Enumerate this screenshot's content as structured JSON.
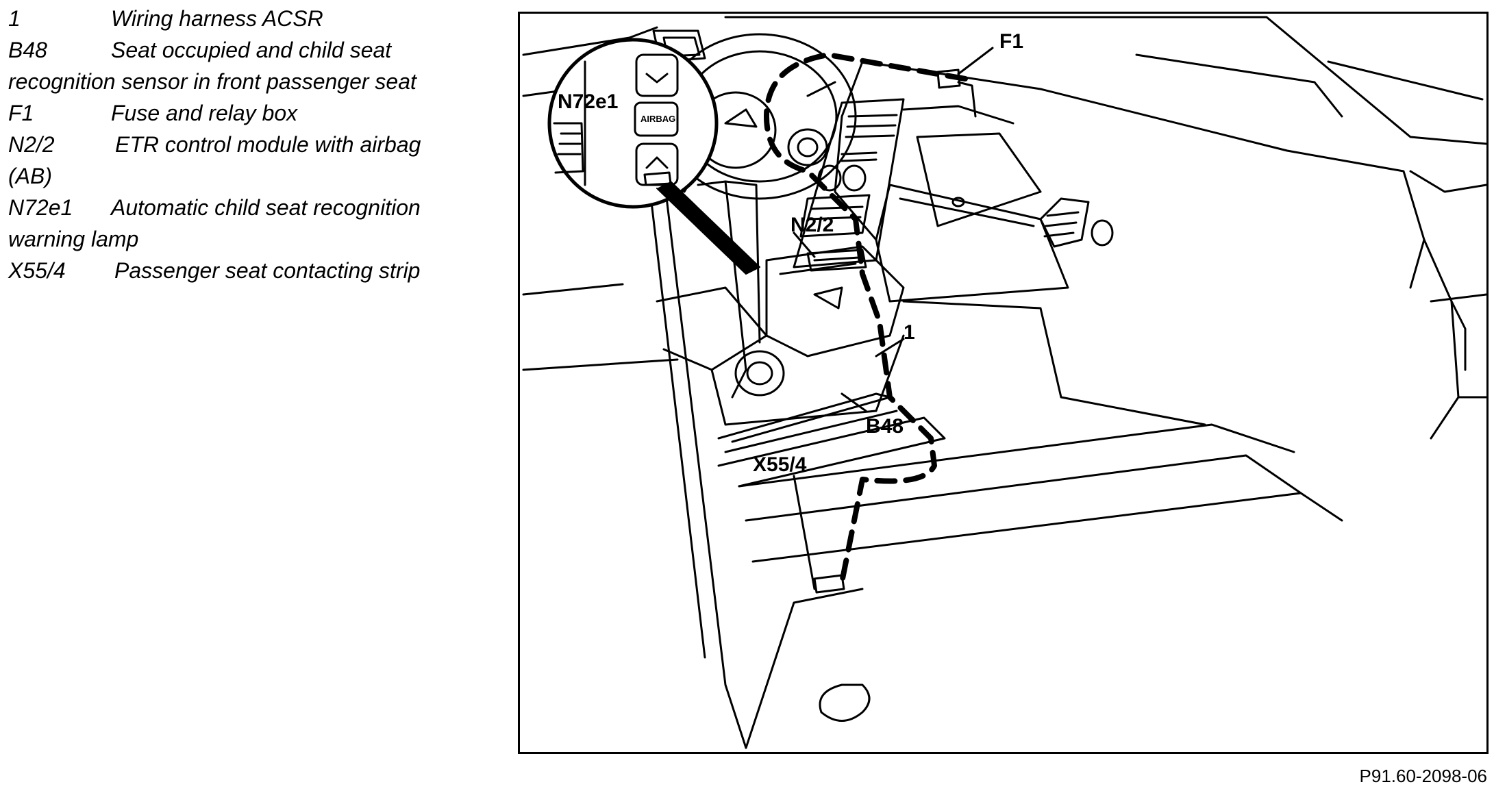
{
  "legend": [
    {
      "code": "1",
      "text": "Wiring harness ACSR"
    },
    {
      "code": "B48",
      "text": "Seat occupied and child seat recognition sensor in front passenger seat"
    },
    {
      "code": "F1",
      "text": "Fuse and relay box"
    },
    {
      "code": "N2/2",
      "text": "ETR control module with airbag (AB)"
    },
    {
      "code": "N72e1",
      "text": "Automatic child seat recognition warning lamp"
    },
    {
      "code": "X55/4",
      "text": "Passenger seat contacting strip"
    }
  ],
  "callouts": {
    "f1": "F1",
    "n72e1": "N72e1",
    "n22": "N2/2",
    "harness": "1",
    "b48": "B48",
    "x554": "X55/4",
    "airbag_button": "AIRBAG"
  },
  "figure_ref": "P91.60-2098-06"
}
